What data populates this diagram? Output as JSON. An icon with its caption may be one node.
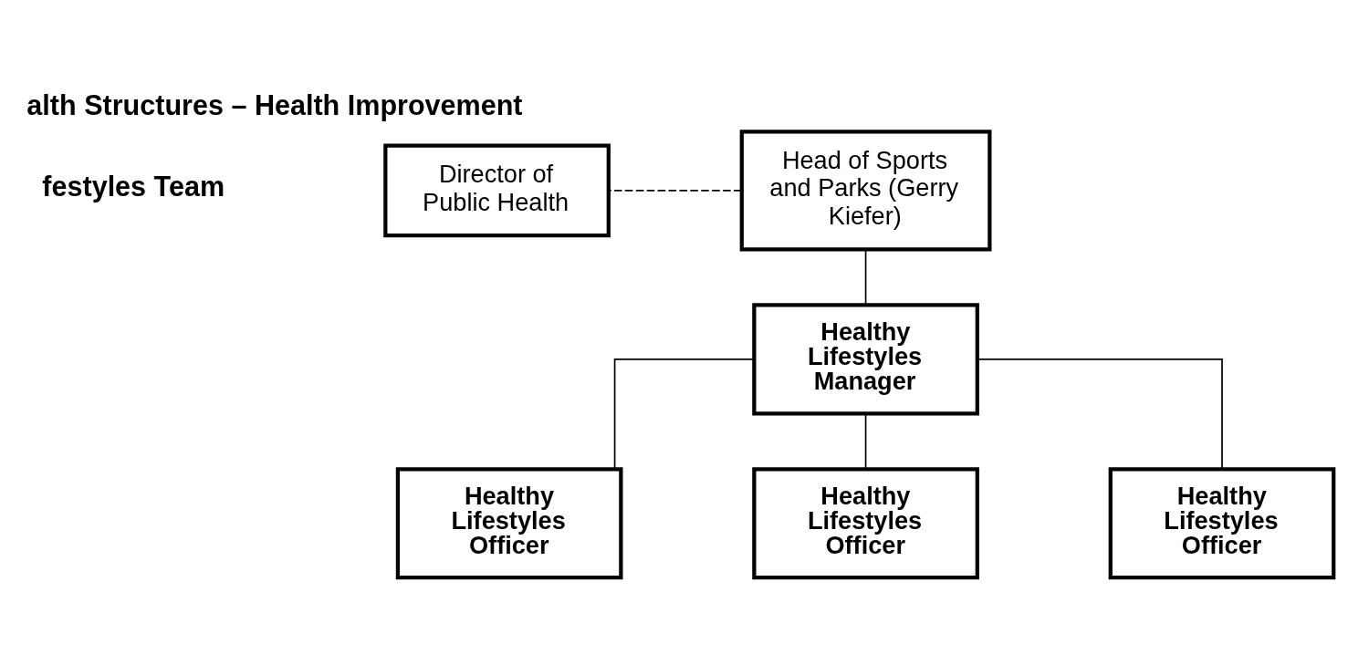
{
  "diagram": {
    "title": "alth Structures – Health Improvement",
    "nodes": [
      {
        "text": [
          "Director of Public Health"
        ]
      },
      {
        "text": [
          "Head of Sports and Parks (Gerry Kiefer)"
        ]
      },
      {
        "text": [
          "Healthy Lifestyles Manager"
        ]
      },
      {
        "text": [
          "Healthy Lifestyles Officer"
        ]
      },
      {
        "text": [
          "Healthy Lifestyles Officer"
        ]
      },
      {
        "text": [
          "Healthy Lifestyles Officer"
        ]
      }
    ],
    "edges": [
      {
        "from": 1,
        "to": 0,
        "arrow": "none",
        "style": "dashed"
      },
      {
        "from": 1,
        "to": 2,
        "arrow": "none"
      },
      {
        "from": 2,
        "to": 3,
        "arrow": "none"
      },
      {
        "from": 2,
        "to": 4,
        "arrow": "none"
      },
      {
        "from": 2,
        "to": 5,
        "arrow": "none"
      }
    ],
    "labels": [
      "festyles Team"
    ]
  }
}
